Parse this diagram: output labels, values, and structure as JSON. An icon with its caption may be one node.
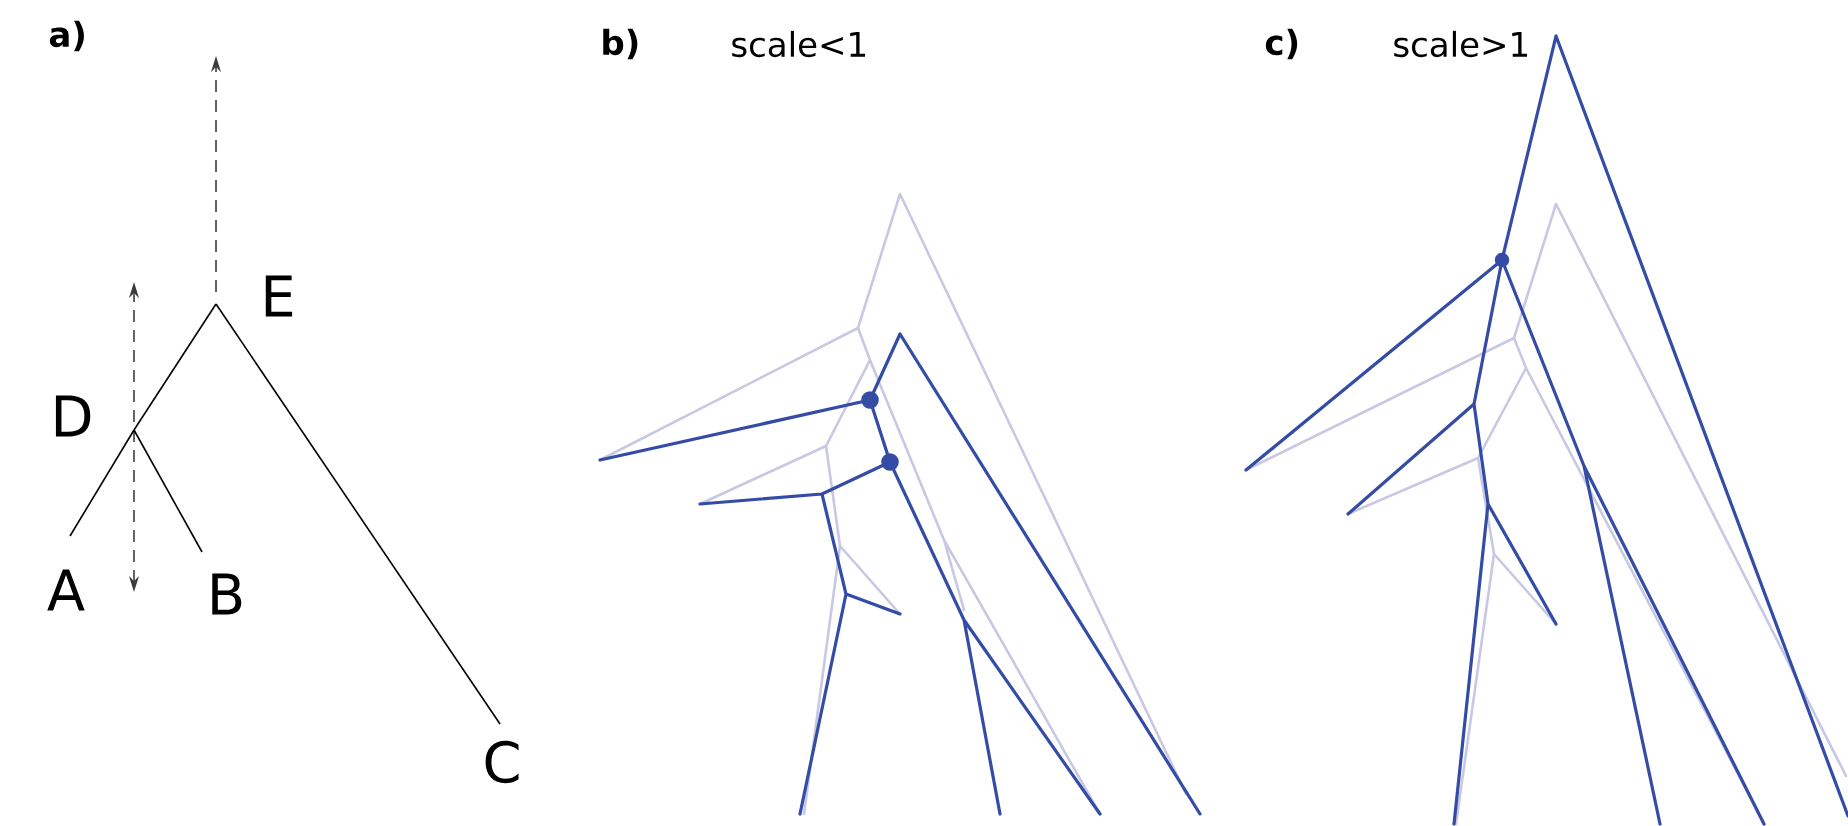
{
  "diagram": {
    "nodes": [
      {
        "text": [
          "E"
        ]
      },
      {
        "text": [
          "D"
        ]
      },
      {
        "text": [
          "A"
        ]
      },
      {
        "text": [
          "B"
        ]
      },
      {
        "text": [
          "C"
        ]
      }
    ],
    "edges": [
      {
        "from": 0,
        "to": 1,
        "arrow": "none"
      },
      {
        "from": 1,
        "to": 2,
        "arrow": "none"
      },
      {
        "from": 1,
        "to": 3,
        "arrow": "none"
      },
      {
        "from": 0,
        "to": 4,
        "arrow": "none"
      }
    ],
    "labels": [
      "a)",
      "b)",
      "scale<1",
      "c)",
      "scale>1"
    ]
  }
}
